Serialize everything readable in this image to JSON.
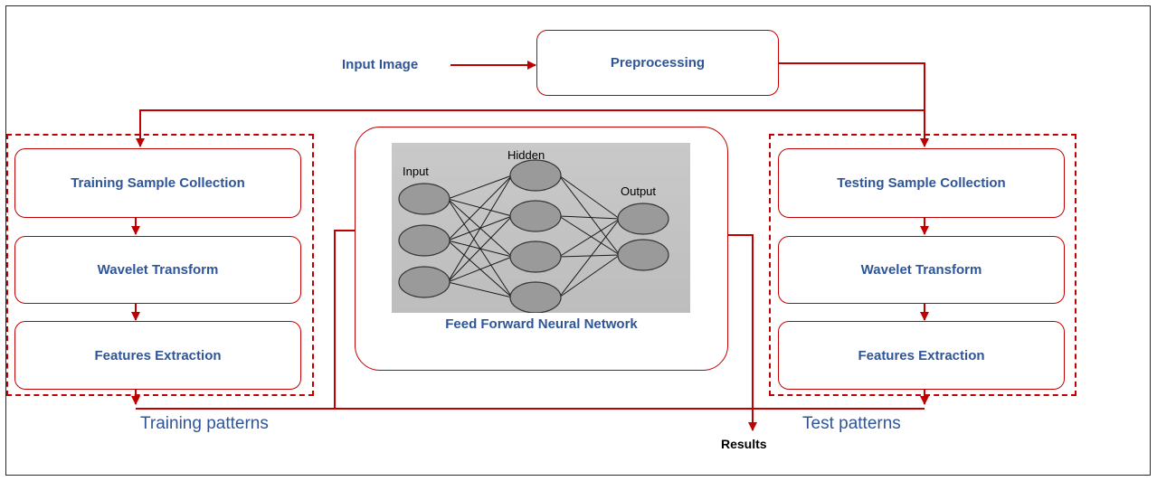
{
  "input_image": "Input Image",
  "preprocessing": "Preprocessing",
  "training": {
    "steps": [
      "Training Sample Collection",
      "Wavelet Transform",
      "Features Extraction"
    ],
    "patterns_label": "Training patterns"
  },
  "testing": {
    "steps": [
      "Testing Sample Collection",
      "Wavelet Transform",
      "Features Extraction"
    ],
    "patterns_label": "Test patterns"
  },
  "network": {
    "caption": "Feed Forward Neural Network",
    "layer_labels": {
      "input": "Input",
      "hidden": "Hidden",
      "output": "Output"
    },
    "node_counts": {
      "input": 3,
      "hidden": 4,
      "output": 2
    }
  },
  "results": "Results",
  "colors": {
    "connector": "#c00000",
    "box_text": "#2f5597",
    "node_fill": "#9a9a9a",
    "panel_bg": "#c4c4c4"
  }
}
